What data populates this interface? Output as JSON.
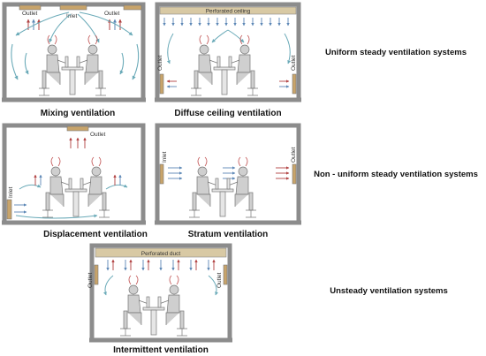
{
  "diagrams": [
    {
      "caption": "Mixing ventilation",
      "labels": [
        "Outlet",
        "Inlet",
        "Outlet"
      ]
    },
    {
      "caption": "Diffuse ceiling ventilation",
      "labels": [
        "Perforated ceiling",
        "Outlet",
        "Outlet"
      ]
    },
    {
      "caption": "Displacement ventilation",
      "labels": [
        "Outlet",
        "Inlet"
      ]
    },
    {
      "caption": "Stratum ventilation",
      "labels": [
        "Inlet",
        "Outlet"
      ]
    },
    {
      "caption": "Intermittent ventilation",
      "labels": [
        "Perforated duct",
        "Outlet",
        "Outlet"
      ]
    }
  ],
  "categories": [
    "Uniform steady ventilation systems",
    "Non - uniform steady ventilation systems",
    "Unsteady ventilation systems"
  ],
  "colors": {
    "wall": "#8c8c8c",
    "vent": "#c8a46a",
    "supply_arrow": "#5b86b5",
    "return_arrow": "#b04040",
    "flow_curve": "#6aaab8",
    "heat_plume": "#c05050",
    "person": "#cfcfcf",
    "outline": "#777777"
  }
}
